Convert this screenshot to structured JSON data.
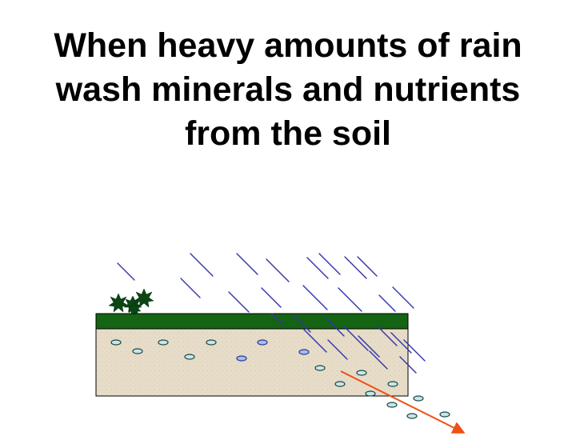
{
  "title_lines": [
    "When heavy amounts of rain",
    "wash minerals and nutrients",
    "from the soil"
  ],
  "colors": {
    "background": "#ffffff",
    "title": "#000000",
    "rain": "#3333aa",
    "grass": "#146414",
    "soil": "#e6dcc8",
    "soil_outline": "#000000",
    "mineral_fill": "#c8e6e6",
    "mineral_outline": "#1e4646",
    "nutrient_fill": "#aab9f0",
    "nutrient_outline": "#283c8c",
    "plant": "#0a4614",
    "leaching_arrow": "#f05014"
  }
}
